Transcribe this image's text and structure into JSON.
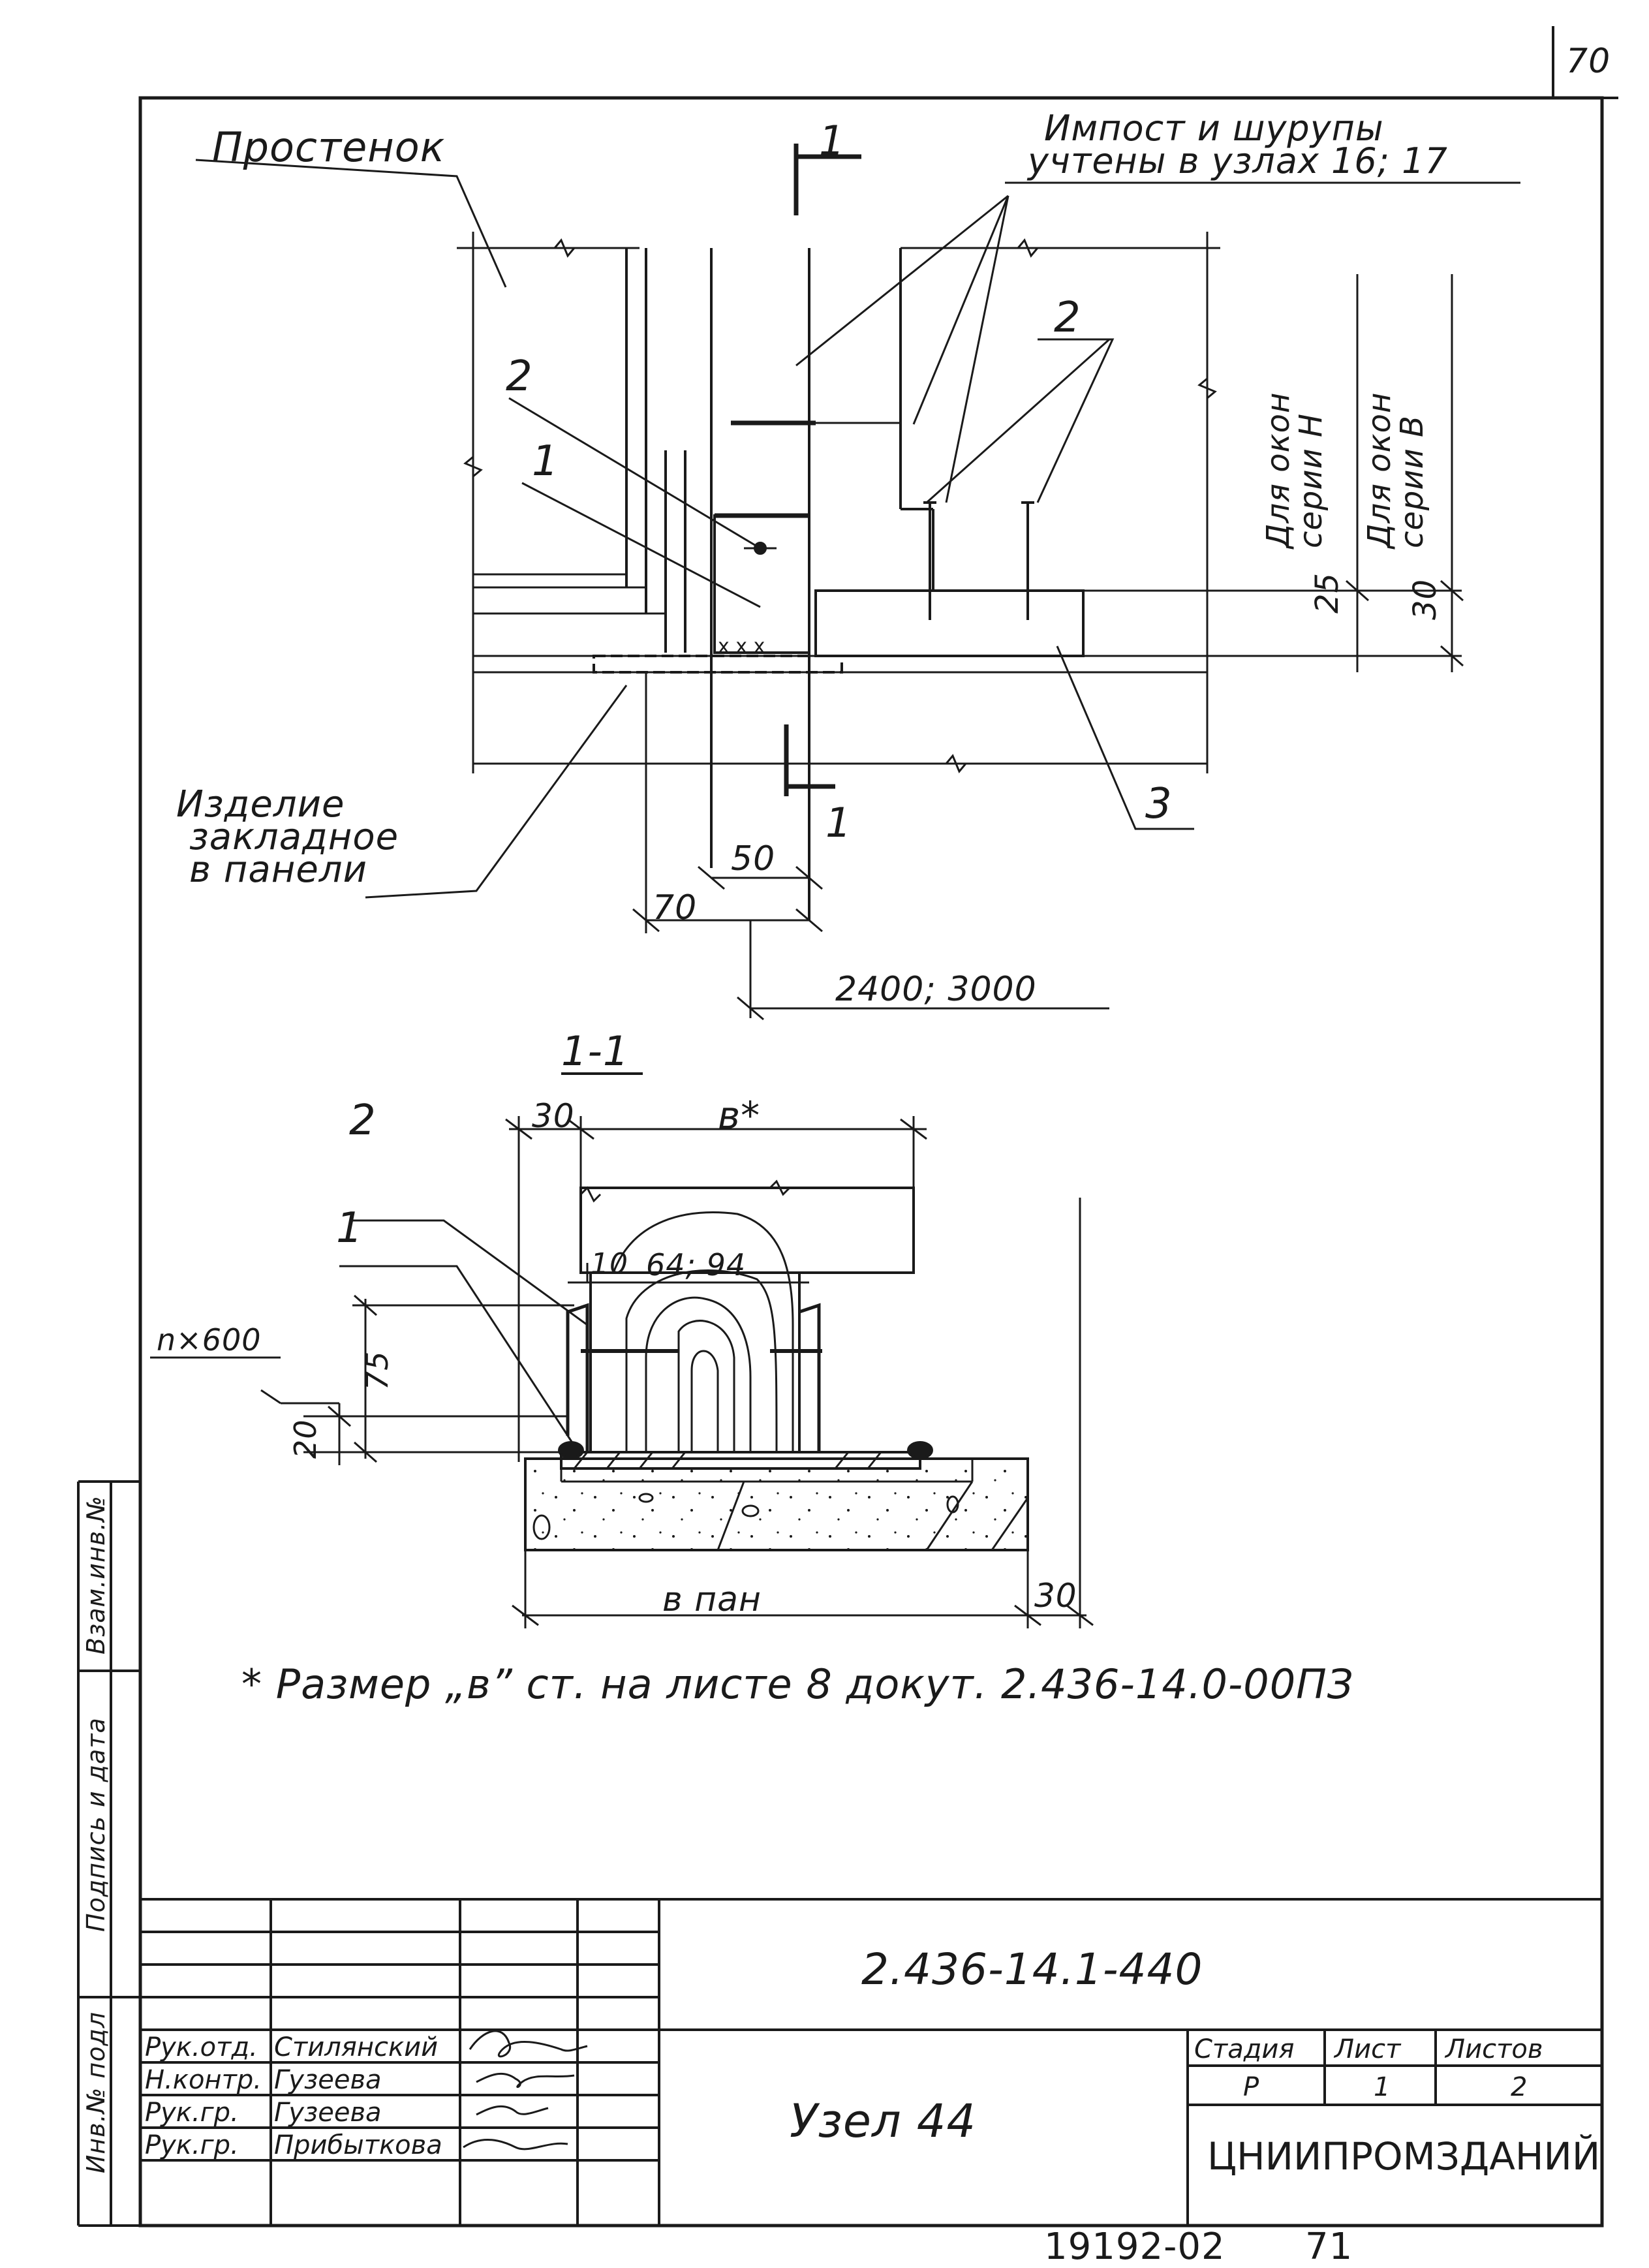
{
  "page_number": "70",
  "drawing": {
    "label_prostenok": "Простенок",
    "note_line1": "Импост и шурупы",
    "note_line2": "учтены в узлах 16; 17",
    "section_mark_top": "1",
    "section_mark_bottom": "1",
    "callout_1_top": "1",
    "callout_2_top": "2",
    "callout_2_right": "2",
    "callout_3": "3",
    "label_izdelie_1": "Изделие",
    "label_izdelie_2": "закладное",
    "label_izdelie_3": "в панели",
    "dim_50": "50",
    "dim_70": "70",
    "dim_2400_3000": "2400; 3000",
    "dim_25": "25",
    "dim_30_right": "30",
    "label_window_h_1": "Для окон",
    "label_window_h_2": "серии Н",
    "label_window_v_1": "Для окон",
    "label_window_v_2": "серии В"
  },
  "section": {
    "title": "1-1",
    "callout_2": "2",
    "callout_1": "1",
    "dim_30_top": "30",
    "dim_b": "в*",
    "dim_10": "10",
    "dim_64_94": "64; 94",
    "dim_n600": "n×600",
    "dim_75": "75",
    "dim_20": "20",
    "dim_b_pan": "в пан",
    "dim_30_bottom": "30"
  },
  "footnote": "* Размер „в” ст. на листе 8 докут. 2.436-14.0-00ПЗ",
  "side_stamp": {
    "inv_zam": "Взам.инв.№",
    "podpis": "Подпись и дата",
    "inv_podl": "Инв.№ подл"
  },
  "title_block": {
    "doc_code": "2.436-14.1-440",
    "title": "Узел 44",
    "org": "ЦНИИПРОМЗДАНИЙ",
    "stage_header": "Стадия",
    "sheet_header": "Лист",
    "sheets_header": "Листов",
    "stage": "Р",
    "sheet": "1",
    "sheets": "2",
    "roles": [
      {
        "role": "Рук.отд.",
        "name": "Стилянский"
      },
      {
        "role": "Н.контр.",
        "name": "Гузеева"
      },
      {
        "role": "Рук.гр.",
        "name": "Гузеева"
      },
      {
        "role": "Рук.гр.",
        "name": "Прибыткова"
      }
    ]
  },
  "bottom_number": "19192-02",
  "bottom_page": "71"
}
